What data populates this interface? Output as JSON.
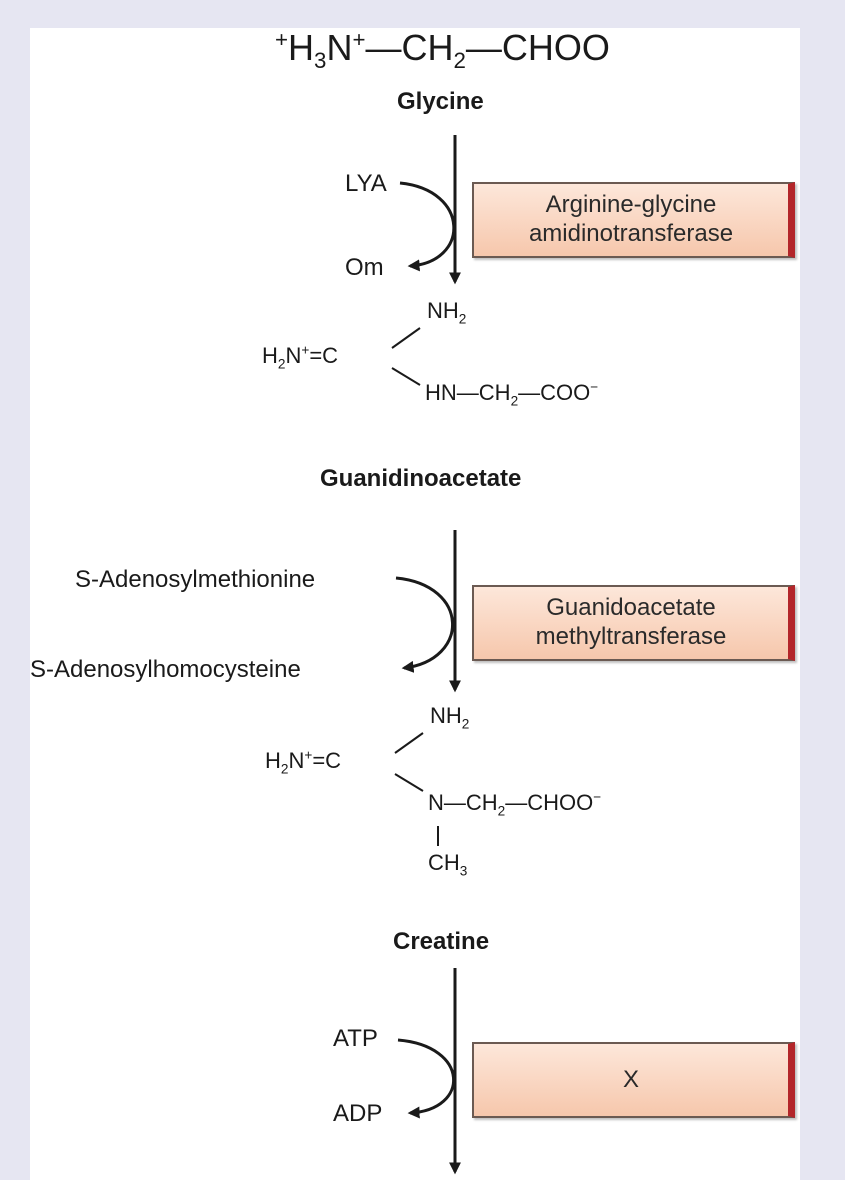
{
  "glycine": {
    "formula": {
      "prefix": "+",
      "h": "H",
      "sub3": "3",
      "n": "N",
      "plus": "+",
      "rest1": "—CH",
      "sub2": "2",
      "rest2": "—CHOO"
    },
    "name": "Glycine"
  },
  "step1": {
    "substrate": "LYA",
    "product": "Om",
    "enzyme": [
      "Arginine-glycine",
      "amidinotransferase"
    ]
  },
  "guanidinoacetate": {
    "nh2": "NH",
    "nh2_sub": "2",
    "left": "H",
    "left_sub": "2",
    "left_n": "N",
    "left_plus": "+",
    "left_c": "=C",
    "chain1": "HN—CH",
    "chain_sub": "2",
    "chain2": "—COO",
    "chain_minus": "−",
    "name": "Guanidinoacetate"
  },
  "step2": {
    "substrate": "S-Adenosylmethionine",
    "product": "S-Adenosylhomocysteine",
    "enzyme": [
      "Guanidoacetate",
      "methyltransferase"
    ]
  },
  "creatine": {
    "nh2": "NH",
    "nh2_sub": "2",
    "left": "H",
    "left_sub": "2",
    "left_n": "N",
    "left_plus": "+",
    "left_c": "=C",
    "chain1": "N—CH",
    "chain_sub": "2",
    "chain2": "—CHOO",
    "chain_minus": "−",
    "ch3": "CH",
    "ch3_sub": "3",
    "name": "Creatine"
  },
  "step3": {
    "substrate": "ATP",
    "product": "ADP",
    "enzyme": [
      "X"
    ]
  }
}
